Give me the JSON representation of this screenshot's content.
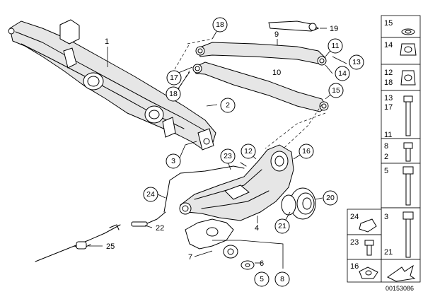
{
  "callouts": {
    "c18": "18",
    "c19": "19",
    "c11": "11",
    "c13": "13",
    "c17": "17",
    "c14": "14",
    "c15": "15",
    "c2": "2",
    "c3": "3",
    "c23": "23",
    "c12": "12",
    "c16": "16",
    "c24": "24",
    "c20": "20",
    "c21": "21",
    "c6": "6",
    "c5": "5",
    "c8": "8",
    "c25": "25"
  },
  "labels": {
    "l1": "1",
    "l9": "9",
    "l10": "10",
    "l7": "7",
    "l4": "4",
    "l22": "22",
    "l25": "25"
  },
  "sidebar": {
    "r1": "15",
    "r2": "14",
    "r3a": "12",
    "r3b": "18",
    "r4a": "13",
    "r4b": "17",
    "r5": "11",
    "r6a": "8",
    "r6b": "2",
    "r7": "5",
    "r8": "3",
    "r9": "21",
    "left1": "24",
    "left2": "23",
    "left3": "16"
  },
  "doc_number": "00153086"
}
